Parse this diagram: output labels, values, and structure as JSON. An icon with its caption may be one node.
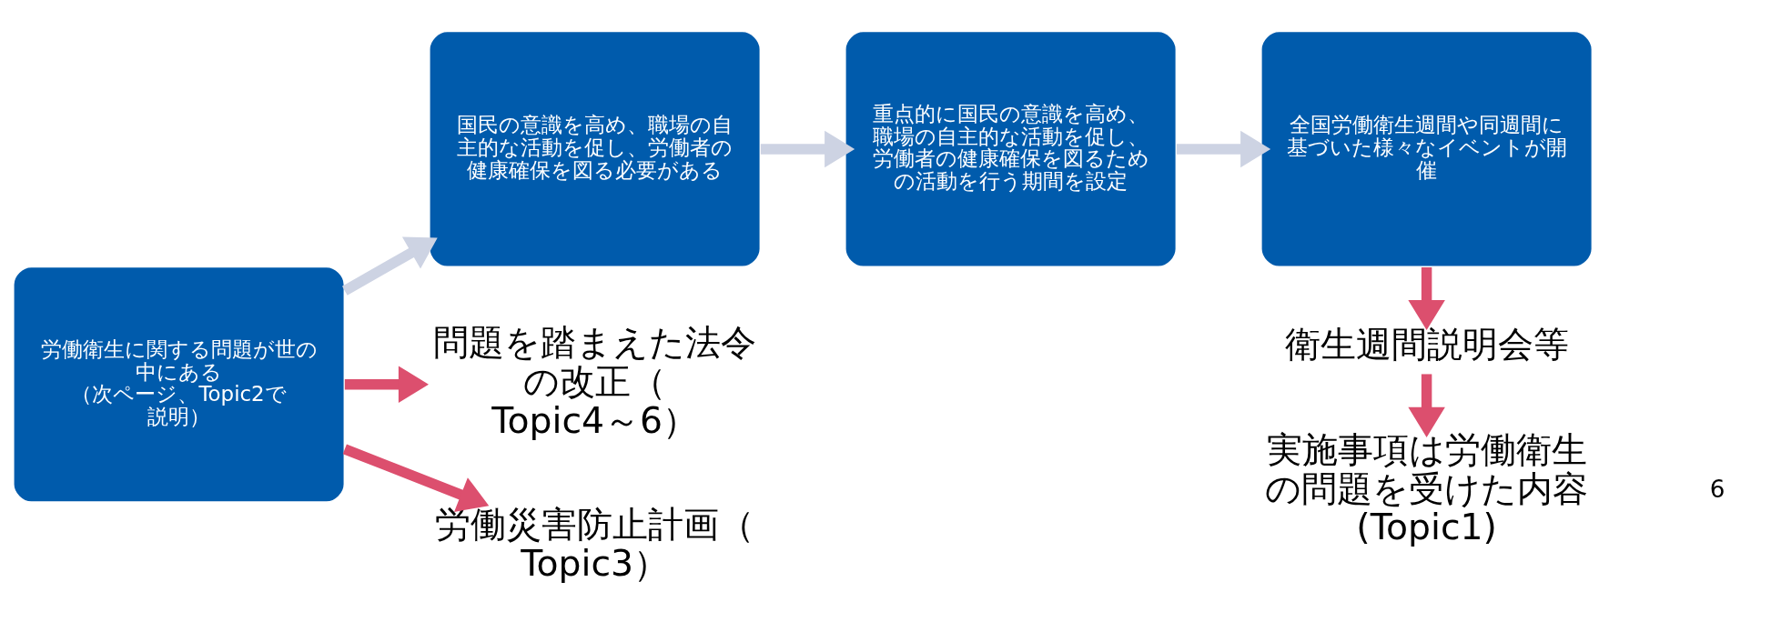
{
  "diagram": {
    "nodes": [
      {
        "text": [
          "労働衛生に関する問題が世の中にある",
          "（次ページ、Topic2で説明）"
        ]
      },
      {
        "text": [
          "国民の意識を高め、職場の自主的な活動を促し、労働者の健康確保を図る必要がある"
        ]
      },
      {
        "text": [
          "重点的に国民の意識を高め、職場の自主的な活動を促し、労働者の健康確保を図るための活動を行う期間を設定"
        ]
      },
      {
        "text": [
          "全国労働衛生週間や同週間に基づいた様々なイベントが開催"
        ]
      },
      {
        "text": [
          "問題を踏まえた法令の改正（Topic4～6）"
        ]
      },
      {
        "text": [
          "労働災害防止計画（Topic3）"
        ]
      },
      {
        "text": [
          "衛生週間説明会等"
        ]
      },
      {
        "text": [
          "実施事項は労働衛生の問題を受けた内容(Topic1)"
        ]
      }
    ],
    "edges": [
      {
        "from": 0,
        "to": 1,
        "arrow": "to",
        "color": "#cdd3e3"
      },
      {
        "from": 1,
        "to": 2,
        "arrow": "to",
        "color": "#cdd3e3"
      },
      {
        "from": 2,
        "to": 3,
        "arrow": "to",
        "color": "#cdd3e3"
      },
      {
        "from": 0,
        "to": 4,
        "arrow": "to"
      },
      {
        "from": 0,
        "to": 5,
        "arrow": "to"
      },
      {
        "from": 3,
        "to": 6,
        "arrow": "to"
      },
      {
        "from": 6,
        "to": 7,
        "arrow": "to"
      }
    ],
    "labels": [
      "6"
    ]
  }
}
